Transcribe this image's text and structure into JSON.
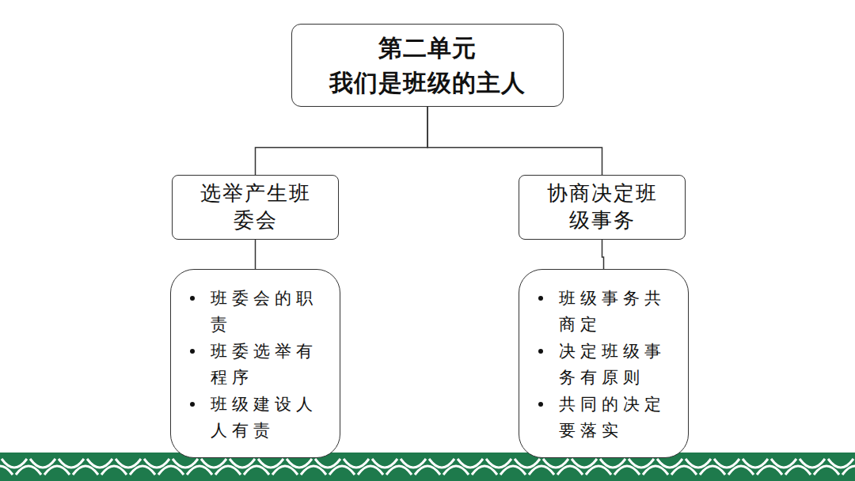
{
  "diagram": {
    "nodes": [
      {
        "text": [
          "第二单元",
          "我们是班级的主人"
        ]
      },
      {
        "text": [
          "选举产生班委会"
        ]
      },
      {
        "text": [
          "班委会的职责",
          "班委选举有程序",
          "班级建设人人有责"
        ]
      },
      {
        "text": [
          "协商决定班级事务"
        ]
      },
      {
        "text": [
          "班级事务共商定",
          "决定班级事务有原则",
          "共同的决定要落实"
        ]
      }
    ],
    "edges": [
      {
        "from": 0,
        "to": 1,
        "arrow": "none"
      },
      {
        "from": 0,
        "to": 3,
        "arrow": "none"
      },
      {
        "from": 1,
        "to": 2,
        "arrow": "none"
      },
      {
        "from": 3,
        "to": 4,
        "arrow": "none"
      }
    ]
  }
}
